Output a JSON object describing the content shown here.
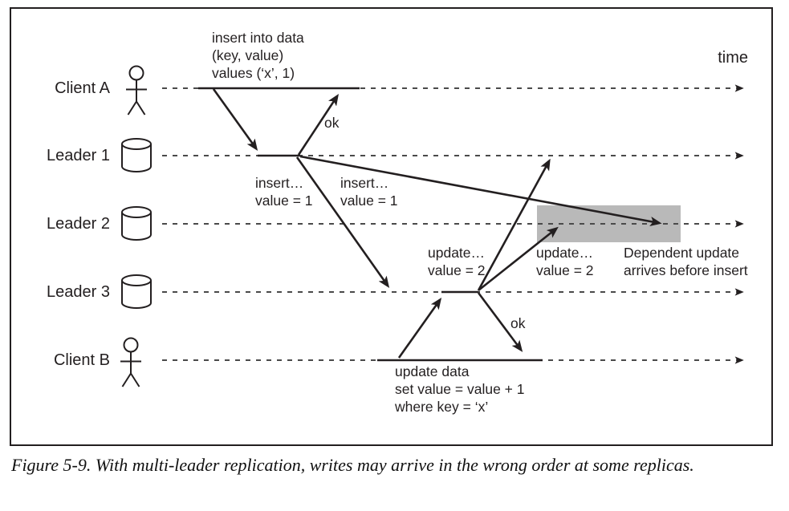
{
  "figure": {
    "caption": "Figure 5-9. With multi-leader replication, writes may arrive in the wrong order at some replicas.",
    "time_label": "time"
  },
  "rows": [
    {
      "label": "Client A",
      "icon": "person-icon"
    },
    {
      "label": "Leader 1",
      "icon": "database-icon"
    },
    {
      "label": "Leader 2",
      "icon": "database-icon"
    },
    {
      "label": "Leader 3",
      "icon": "database-icon"
    },
    {
      "label": "Client B",
      "icon": "person-icon"
    }
  ],
  "annotations": {
    "insert_statement": "insert into data\n(key, value)\nvalues (‘x’, 1)",
    "ok_top": "ok",
    "insert_msg_left": "insert…\nvalue = 1",
    "insert_msg_right": "insert…\nvalue = 1",
    "update_msg_left": "update…\nvalue = 2",
    "update_msg_right": "update…\nvalue = 2",
    "dependent_note": "Dependent update\narrives before insert",
    "ok_bottom": "ok",
    "update_statement": "update data\nset value = value + 1\nwhere key = ‘x’"
  },
  "colors": {
    "ink": "#231f20",
    "dashed_line": "#4a4a4a",
    "highlight_box": "#b9b9b9",
    "background": "#ffffff"
  }
}
